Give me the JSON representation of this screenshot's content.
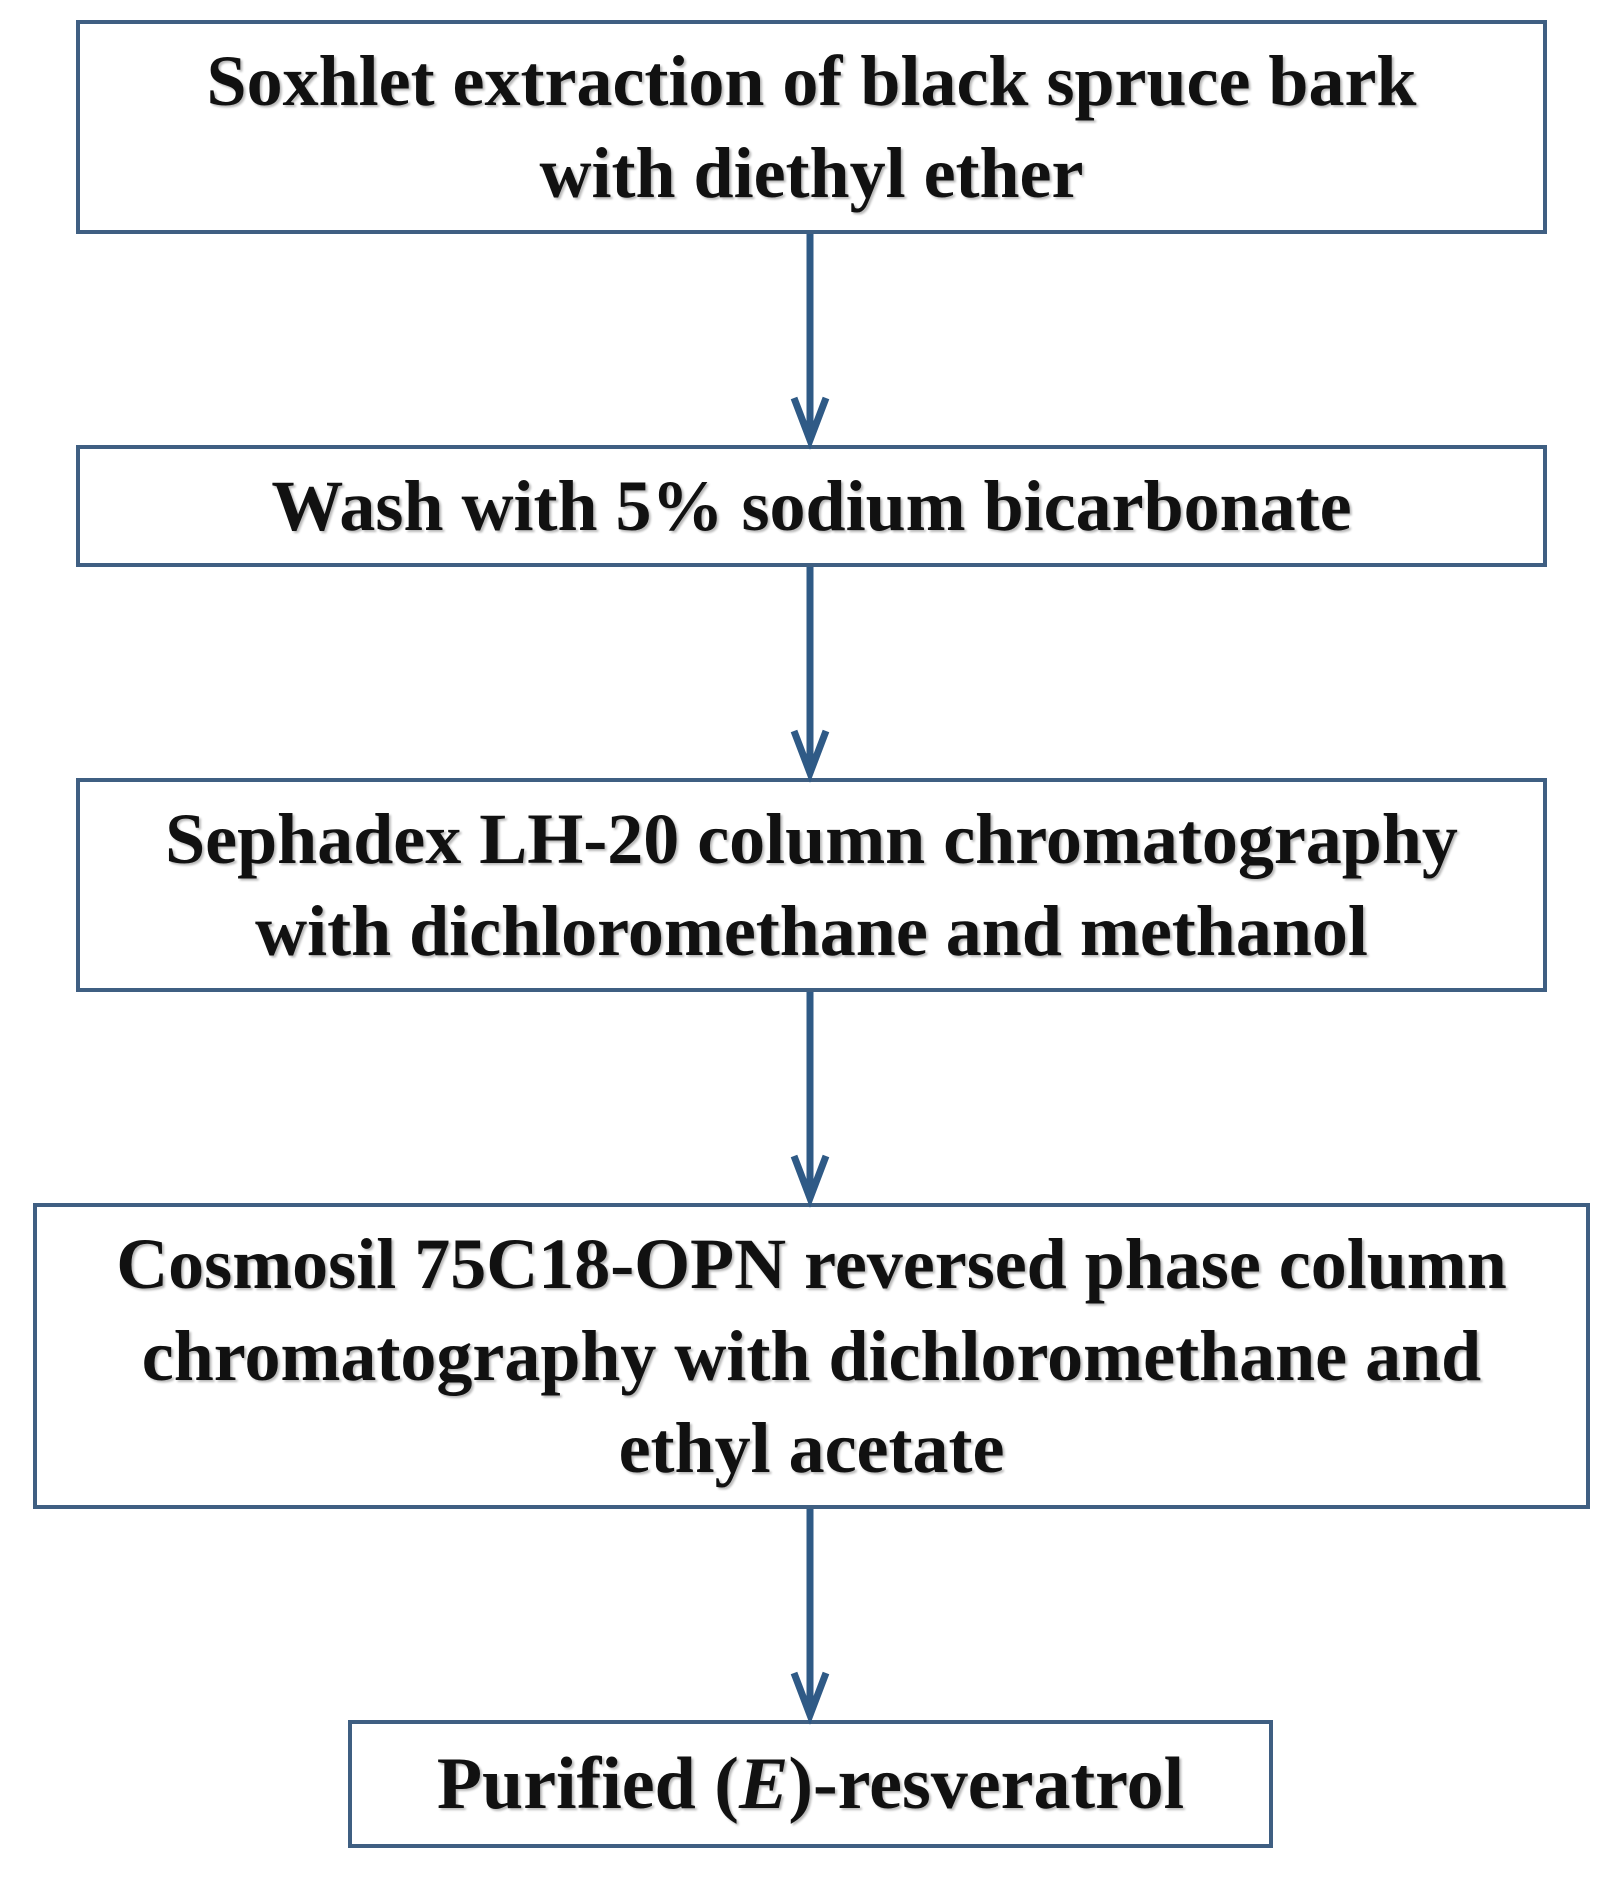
{
  "colors": {
    "arrow": "#2f5a86",
    "box_border": "#3f5f82",
    "text": "#111111"
  },
  "steps": [
    {
      "lines": [
        "Soxhlet extraction of black spruce bark",
        "with diethyl ether"
      ]
    },
    {
      "lines": [
        "Wash with 5% sodium bicarbonate"
      ]
    },
    {
      "lines": [
        "Sephadex LH-20 column chromatography",
        "with dichloromethane and methanol"
      ]
    },
    {
      "lines": [
        "Cosmosil 75C18-OPN reversed phase column",
        "chromatography with dichloromethane and",
        "ethyl acetate"
      ]
    }
  ],
  "final": {
    "prefix": "Purified (",
    "italic": "E",
    "suffix": ")-resveratrol"
  }
}
